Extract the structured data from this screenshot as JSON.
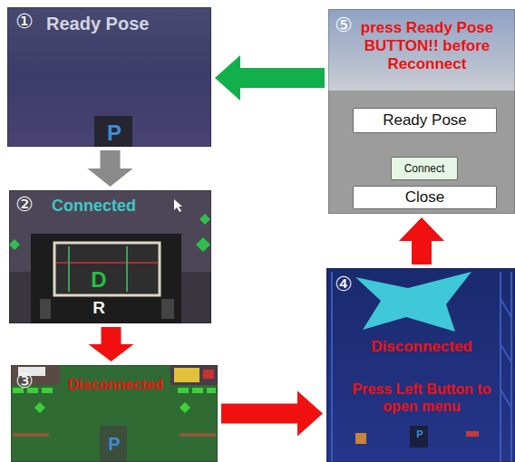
{
  "diagram": {
    "nodes": [
      {
        "text": [
          "①",
          "Ready Pose",
          "P"
        ]
      },
      {
        "text": [
          "②",
          "Connected",
          "D",
          "R"
        ]
      },
      {
        "text": [
          "③",
          "Disconnected",
          "P"
        ]
      },
      {
        "text": [
          "④",
          "Disconnected",
          "Press Left Button to open menu",
          "P"
        ]
      },
      {
        "text": [
          "⑤",
          "press Ready Pose BUTTON!! before Reconnect"
        ]
      },
      {
        "text": [
          "Ready Pose"
        ],
        "in": 4
      },
      {
        "text": [
          "Connect"
        ],
        "in": 4
      },
      {
        "text": [
          "Close"
        ],
        "in": 4
      }
    ],
    "edges": [
      {
        "from": 0,
        "to": 1,
        "arrow": "to"
      },
      {
        "from": 1,
        "to": 2,
        "arrow": "to"
      },
      {
        "from": 2,
        "to": 3,
        "arrow": "to"
      },
      {
        "from": 3,
        "to": 4,
        "arrow": "to"
      },
      {
        "from": 4,
        "to": 0,
        "arrow": "to"
      }
    ]
  }
}
